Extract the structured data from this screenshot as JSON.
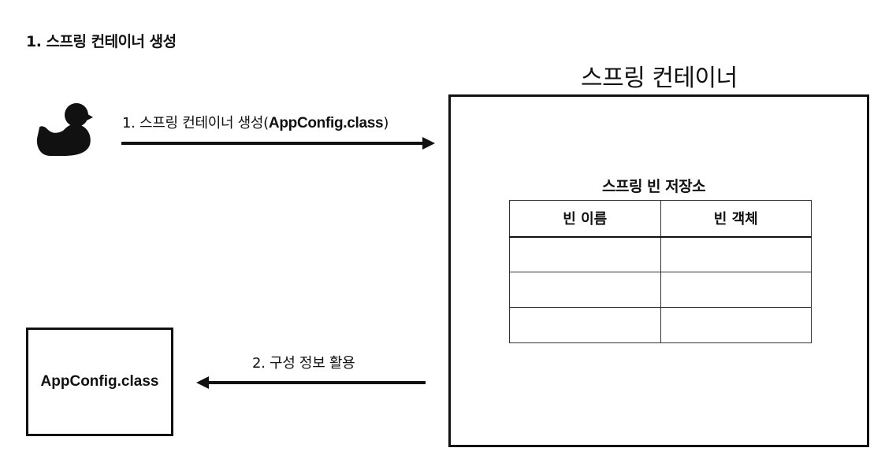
{
  "section_title": "1. 스프링 컨테이너 생성",
  "container": {
    "title": "스프링 컨테이너",
    "bean_store": {
      "title": "스프링 빈 저장소",
      "columns": [
        "빈 이름",
        "빈 객체"
      ],
      "rows": [
        [
          "",
          ""
        ],
        [
          "",
          ""
        ],
        [
          "",
          ""
        ]
      ]
    }
  },
  "flows": [
    {
      "label_prefix": "1. 스프링 컨테이너 생성(",
      "label_bold": "AppConfig.class",
      "label_suffix": ")"
    },
    {
      "label": "2. 구성 정보 활용"
    }
  ],
  "config_box": {
    "label": "AppConfig.class"
  },
  "icons": {
    "client": "duck-icon"
  },
  "colors": {
    "stroke": "#111111"
  }
}
